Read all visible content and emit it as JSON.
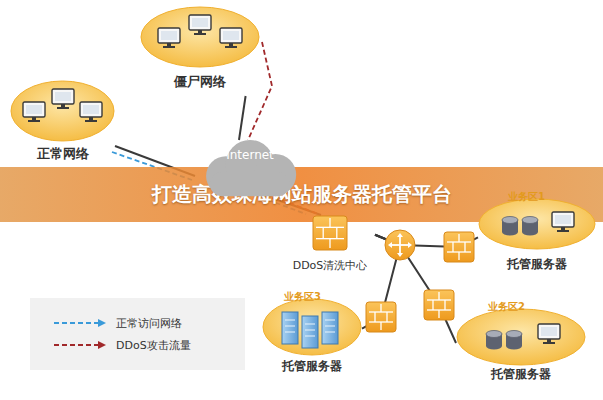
{
  "diagram": {
    "title": "打造高效珠海网站服务器托管平台",
    "nodes": [
      {
        "text": [
          "僵尸网络"
        ]
      },
      {
        "text": [
          "正常网络"
        ]
      },
      {
        "text": [
          "Internet"
        ]
      },
      {
        "text": [
          "DDoS清洗中心"
        ]
      },
      {
        "text": [
          "业务区1",
          "托管服务器"
        ]
      },
      {
        "text": [
          "业务区3",
          "托管服务器"
        ]
      },
      {
        "text": [
          "业务区2",
          "托管服务器"
        ]
      }
    ],
    "edges": [
      {
        "from": 0,
        "to": 2,
        "arrow": "none"
      },
      {
        "from": 1,
        "to": 2,
        "arrow": "none"
      },
      {
        "from": 2,
        "to": 3,
        "arrow": "none"
      },
      {
        "from": 3,
        "to": 4,
        "arrow": "none"
      },
      {
        "from": 3,
        "to": 5,
        "arrow": "none"
      },
      {
        "from": 3,
        "to": 6,
        "arrow": "none"
      }
    ],
    "legend": [
      {
        "text": "正常访问网络"
      },
      {
        "text": "DDoS攻击流量"
      }
    ]
  }
}
